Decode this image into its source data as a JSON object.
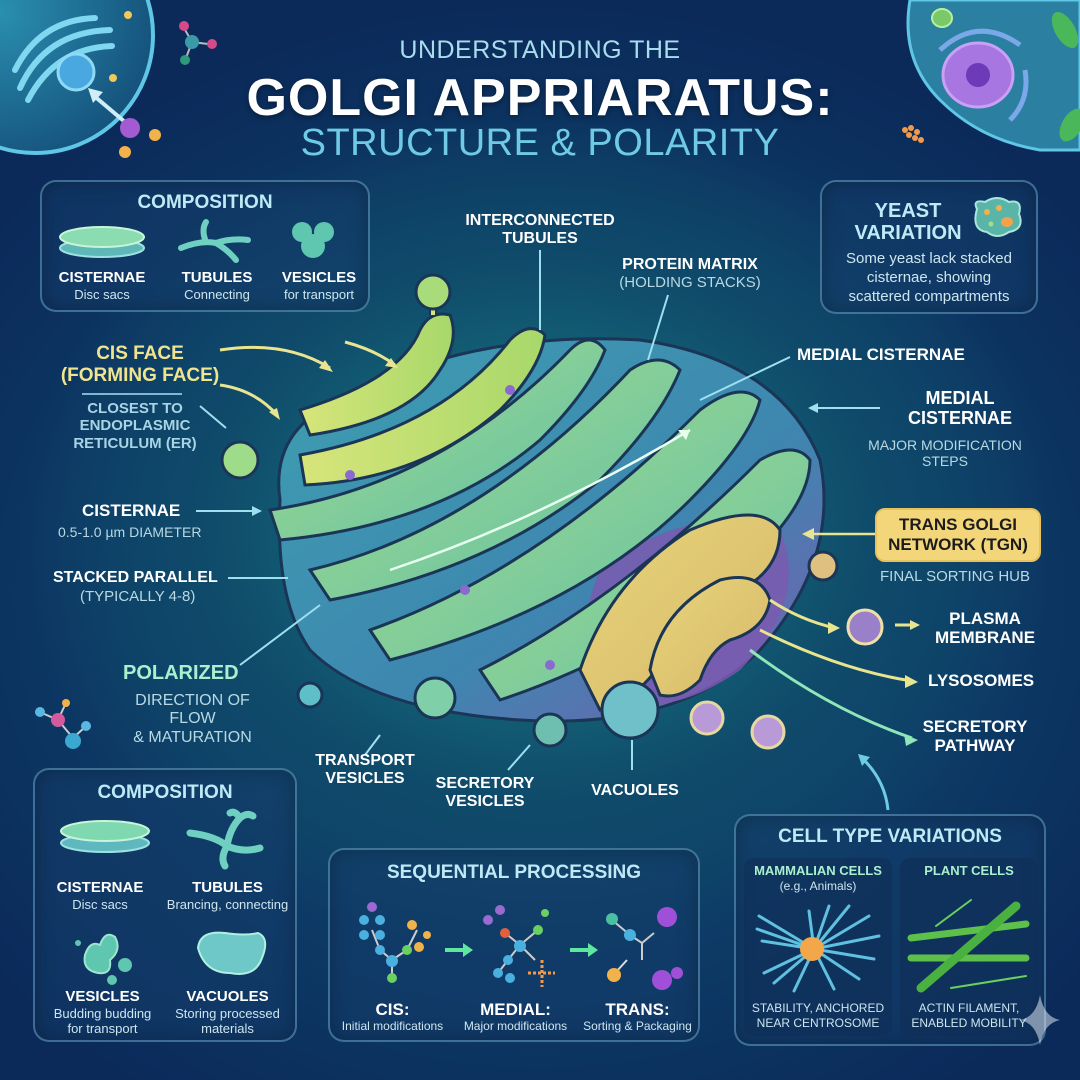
{
  "header": {
    "line1": "UNDERSTANDING THE",
    "line2": "GOLGI APPRIARATUS:",
    "line3": "STRUCTURE & POLARITY"
  },
  "composition_top": {
    "title": "COMPOSITION",
    "items": [
      {
        "icon": "cisternae-icon",
        "title": "CISTERNAE",
        "sub": "Disc sacs"
      },
      {
        "icon": "tubules-icon",
        "title": "TUBULES",
        "sub": "Connecting"
      },
      {
        "icon": "vesicles-icon",
        "title": "VESICLES",
        "sub": "for transport"
      }
    ]
  },
  "yeast": {
    "title_line1": "YEAST",
    "title_line2": "VARIATION",
    "text_line1": "Some yeast lack stacked",
    "text_line2": "cisternae, showing",
    "text_line3": "scattered compartments",
    "icon": "yeast-cell-icon"
  },
  "labels": {
    "interconnected_tubules": {
      "line1": "INTERCONNECTED",
      "line2": "TUBULES"
    },
    "protein_matrix": {
      "title": "PROTEIN MATRIX",
      "sub": "(HOLDING STACKS)"
    },
    "cis_face": {
      "line1": "CIS FACE",
      "line2": "(FORMING FACE)",
      "sub1": "CLOSEST TO",
      "sub2": "ENDOPLASMIC",
      "sub3": "RETICULUM (ER)"
    },
    "cisternae": {
      "title": "CISTERNAE",
      "sub": "0.5-1.0 µm DIAMETER"
    },
    "stacked_parallel": {
      "title": "STACKED PARALLEL",
      "sub": "(TYPICALLY 4-8)"
    },
    "polarized": {
      "title": "POLARIZED",
      "sub1": "DIRECTION OF FLOW",
      "sub2": "& MATURATION"
    },
    "medial_cisternae_top": "MEDIAL CISTERNAE",
    "medial_cisternae": {
      "line1": "MEDIAL",
      "line2": "CISTERNAE",
      "sub1": "MAJOR MODIFICATION",
      "sub2": "STEPS"
    },
    "tgn": {
      "line1": "TRANS GOLGI",
      "line2": "NETWORK (TGN)",
      "sub": "FINAL SORTING HUB"
    },
    "plasma_membrane": {
      "line1": "PLASMA",
      "line2": "MEMBRANE"
    },
    "lysosomes": "LYSOSOMES",
    "secretory_pathway": {
      "line1": "SECRETORY",
      "line2": "PATHWAY"
    },
    "transport_vesicles": {
      "line1": "TRANSPORT",
      "line2": "VESICLES"
    },
    "secretory_vesicles": {
      "line1": "SECRETORY",
      "line2": "VESICLES"
    },
    "vacuoles": "VACUOLES"
  },
  "composition_bottom": {
    "title": "COMPOSITION",
    "items": [
      {
        "icon": "cisternae-icon",
        "title": "CISTERNAE",
        "sub1": "Disc sacs",
        "sub2": ""
      },
      {
        "icon": "tubules-icon",
        "title": "TUBULES",
        "sub1": "Brancing, connecting",
        "sub2": ""
      },
      {
        "icon": "vesicles-icon",
        "title": "VESICLES",
        "sub1": "Budding budding",
        "sub2": "for transport"
      },
      {
        "icon": "vacuole-icon",
        "title": "VACUOLES",
        "sub1": "Storing processed",
        "sub2": "materials"
      }
    ]
  },
  "sequential": {
    "title": "SEQUENTIAL PROCESSING",
    "steps": [
      {
        "title": "CIS:",
        "sub": "Initial modifications"
      },
      {
        "title": "MEDIAL:",
        "sub": "Major modifications"
      },
      {
        "title": "TRANS:",
        "sub": "Sorting & Packaging"
      }
    ]
  },
  "cell_types": {
    "title": "CELL TYPE VARIATIONS",
    "mammalian": {
      "title": "MAMMALIAN CELLS",
      "sub": "(e.g., Animals)",
      "desc1": "STABILITY, ANCHORED",
      "desc2": "NEAR CENTROSOME"
    },
    "plant": {
      "title": "PLANT CELLS",
      "desc1": "ACTIN FILAMENT,",
      "desc2": "ENABLED MOBILITY"
    }
  },
  "colors": {
    "background": "#0b2a5a",
    "teal": "#1b7a88",
    "cis_yellow": "#f1e48f",
    "tgn_box": "#f3d67a",
    "accent_cyan": "#6fcbe3",
    "cisterna_green": "#a8d86a",
    "trans_purple": "#7a5bb0"
  }
}
